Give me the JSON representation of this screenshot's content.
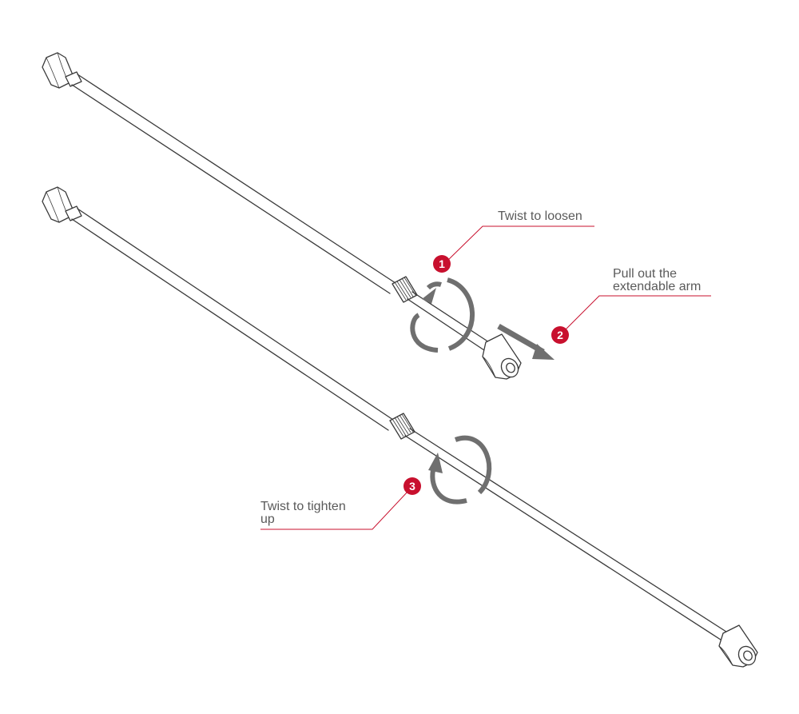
{
  "colors": {
    "accent": "#c8102e",
    "line": "#3a3a3a",
    "arrow": "#6f6f6f",
    "text": "#5a5a5a"
  },
  "steps": [
    {
      "number": "1",
      "label_lines": [
        "Twist to loosen"
      ]
    },
    {
      "number": "2",
      "label_lines": [
        "Pull out the",
        "extendable arm"
      ]
    },
    {
      "number": "3",
      "label_lines": [
        "Twist to tighten",
        "up"
      ]
    }
  ]
}
